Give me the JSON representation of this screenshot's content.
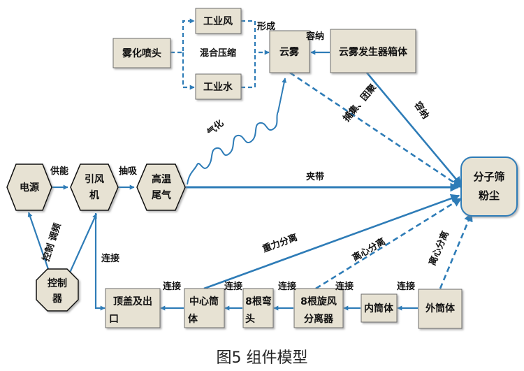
{
  "nodes": {
    "atomizer": "雾化喷头",
    "ind_wind": "工业风",
    "ind_water": "工业水",
    "cloud": "云雾",
    "cloud_gen": "云雾发生器箱体",
    "power": "电源",
    "fan_1": "引风",
    "fan_2": "机",
    "hot_1": "高温",
    "hot_2": "尾气",
    "ms_1": "分子筛",
    "ms_2": "粉尘",
    "ctrl_1": "控制",
    "ctrl_2": "器",
    "top_1": "顶盖及出",
    "top_2": "口",
    "center_1": "中心筒",
    "center_2": "体",
    "elbow_1": "8根弯",
    "elbow_2": "头",
    "cyclone_1": "8根旋风",
    "cyclone_2": "分离器",
    "inner": "内筒体",
    "outer": "外筒体"
  },
  "labels": {
    "mix": "混合压缩",
    "form": "形成",
    "contain_1": "容纳",
    "capture": "捕集、团聚",
    "contain_2": "容纳",
    "gasify": "气化",
    "supply": "供能",
    "draw": "抽吸",
    "carry": "夹带",
    "control_tune": "控制 调频",
    "connect_1": "连接",
    "connect_2": "连接",
    "connect_3": "连接",
    "connect_4": "连接",
    "connect_5": "连接",
    "connect_6": "连接",
    "gravity": "重力分离",
    "centrifugal_1": "离心分离",
    "centrifugal_2": "离心分离"
  },
  "caption": "图5    组件模型",
  "colors": {
    "box_fill": "#e7e2d3",
    "box_stroke": "#6d6d6d",
    "arrow": "#2e7cb7",
    "molecular_sieve_stroke": "#2e7cb7"
  }
}
